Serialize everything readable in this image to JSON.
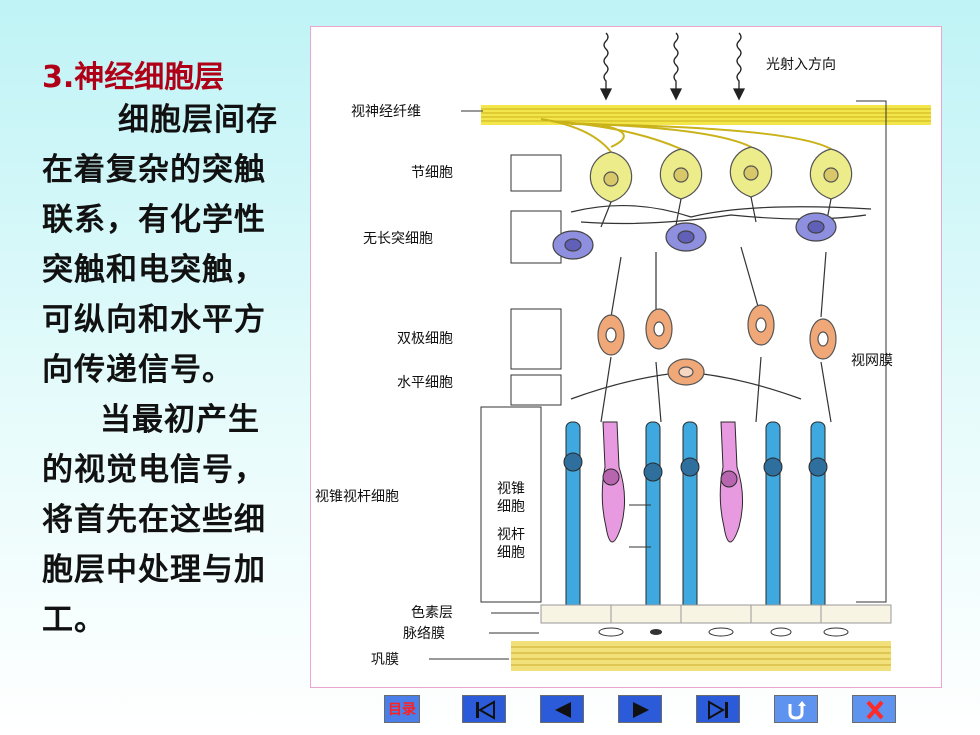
{
  "text": {
    "heading": "3.神经细胞层",
    "paragraph1": "细胞层间存在着复杂的突触联系，有化学性突触和电突触，可纵向和水平方向传递信号。",
    "paragraph2": "当最初产生的视觉电信号，将首先在这些细胞层中处理与加工。"
  },
  "figure": {
    "labels": {
      "light_direction": "光射入方向",
      "optic_nerve_fibers": "视神经纤维",
      "ganglion_cells": "节细胞",
      "amacrine_cells": "无长突细胞",
      "bipolar_cells": "双极细胞",
      "horizontal_cells": "水平细胞",
      "cone_rod_cells": "视锥视杆细胞",
      "cone_cell_line1": "视锥",
      "cone_cell_line2": "细胞",
      "rod_cell_line1": "视杆",
      "rod_cell_line2": "细胞",
      "pigment_layer": "色素层",
      "choroid": "脉络膜",
      "sclera": "巩膜",
      "retina": "视网膜"
    },
    "colors": {
      "ganglion": "#ecec8a",
      "amacrine": "#8f8fe0",
      "bipolar": "#f0a878",
      "cone": "#e89ae0",
      "rod": "#3fa8de",
      "fibers": "#f2e64a",
      "sclera": "#f2e07a"
    }
  },
  "nav": {
    "mulu_label": "目录",
    "icons": [
      "first-page-icon",
      "prev-page-icon",
      "next-page-icon",
      "last-page-icon",
      "return-icon",
      "close-icon"
    ]
  }
}
